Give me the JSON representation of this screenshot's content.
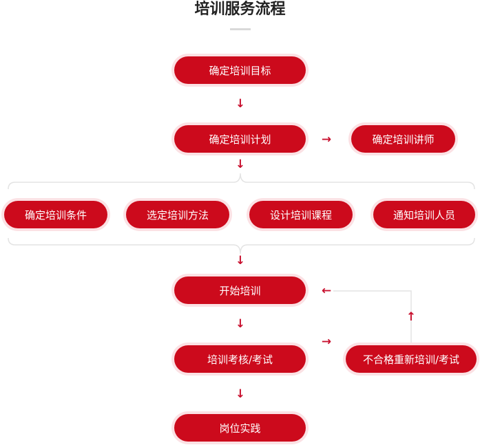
{
  "title": "培训服务流程",
  "steps": {
    "goal": "确定培训目标",
    "plan": "确定培训计划",
    "trainer": "确定培训讲师",
    "conditions": "确定培训条件",
    "method": "选定培训方法",
    "course": "设计培训课程",
    "notify": "通知培训人员",
    "start": "开始培训",
    "assess": "培训考核/考试",
    "retrain": "不合格重新培训/考试",
    "practice": "岗位实践"
  },
  "arrows": {
    "down": "↓",
    "right": "→",
    "left": "←",
    "up": "↑"
  },
  "colors": {
    "pill": "#cc0a1c",
    "pill_halo": "#fbe1e4",
    "arrow": "#c8102e",
    "bracket": "#e3e3e3"
  }
}
